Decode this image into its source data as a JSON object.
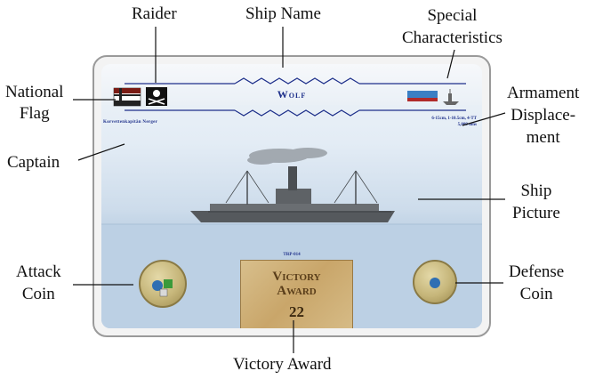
{
  "labels": {
    "raider": "Raider",
    "ship_name": "Ship Name",
    "special_1": "Special",
    "special_2": "Characteristics",
    "national_1": "National",
    "national_2": "Flag",
    "armament_1": "Armament",
    "armament_2": "Displace-",
    "armament_3": "ment",
    "captain": "Captain",
    "ship_1": "Ship",
    "ship_2": "Picture",
    "attack_1": "Attack",
    "attack_2": "Coin",
    "defense_1": "Defense",
    "defense_2": "Coin",
    "victory": "Victory Award"
  },
  "card": {
    "ship_name": "Wolf",
    "captain": "Korvettenkapitän Nerger",
    "armament": "6-15cm, 1-10.5cm, 4-TT",
    "displacement": "5,809 tons",
    "code": "TRP-014",
    "award_line1": "Victory",
    "award_line2": "Award",
    "award_value": "22"
  },
  "colors": {
    "text_blue": "#1d2f8a",
    "award_gold": "#c9a66a",
    "sea": "#b9cde1"
  }
}
